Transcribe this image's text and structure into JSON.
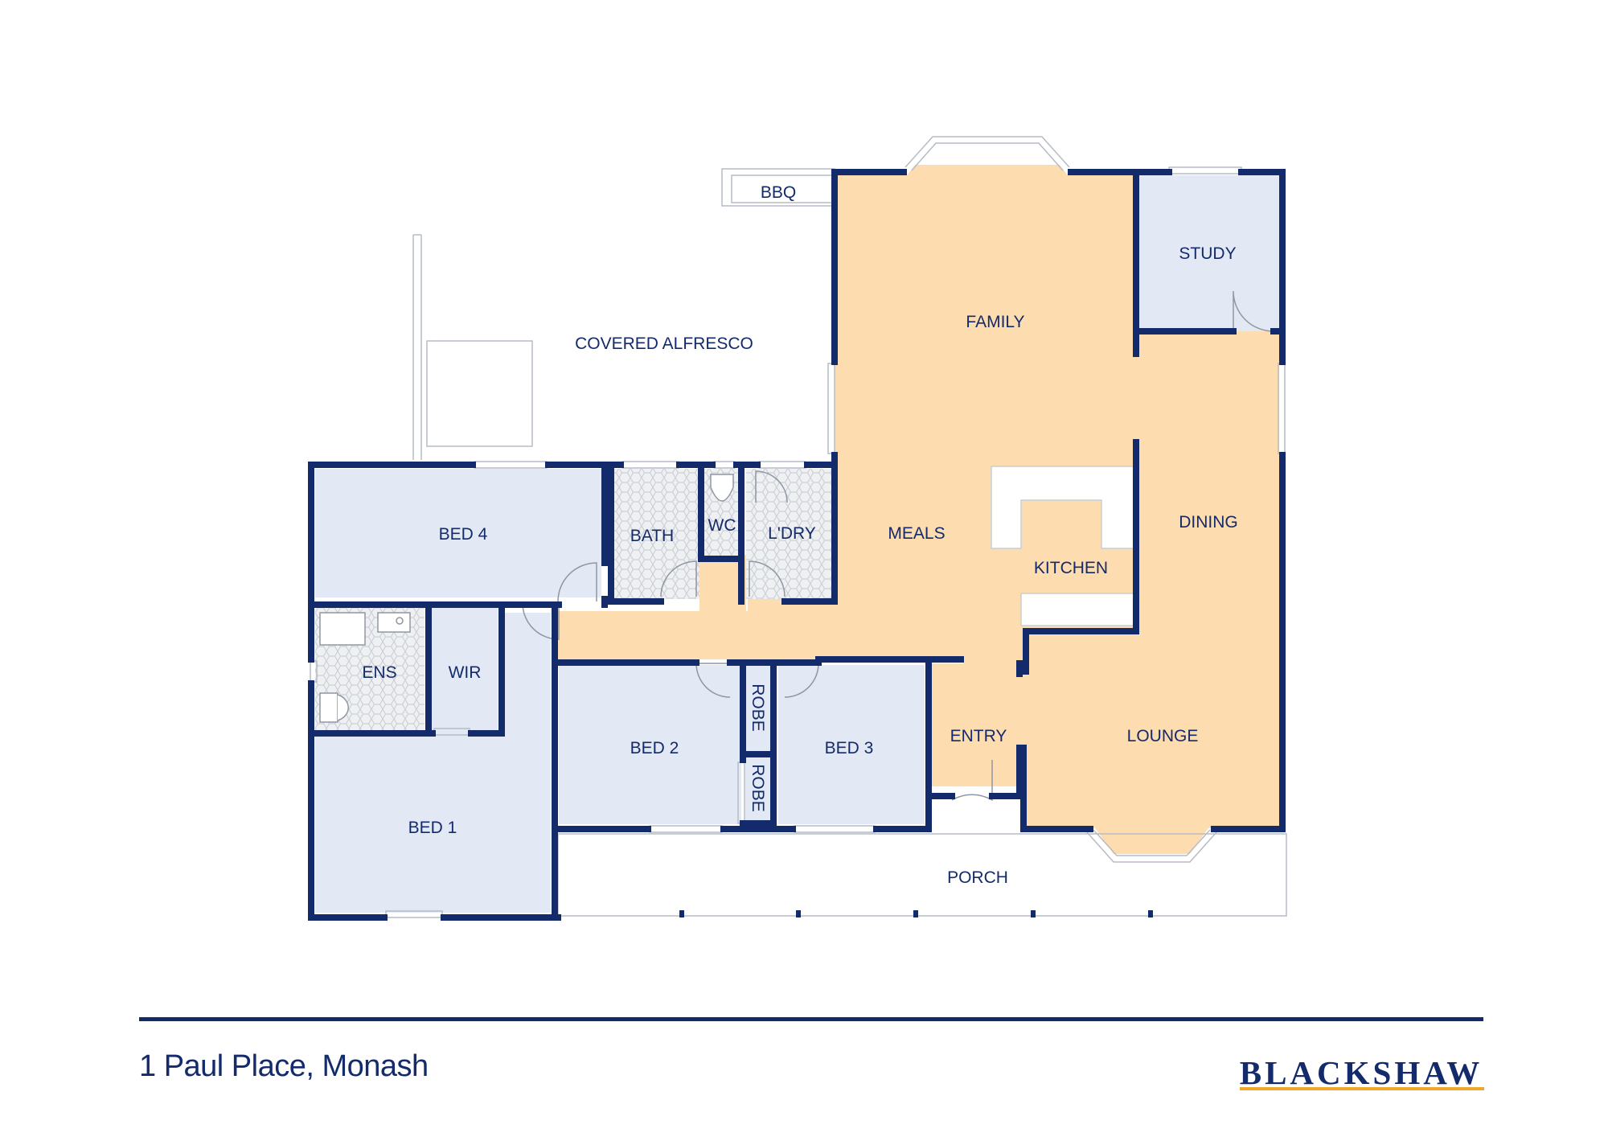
{
  "rooms": {
    "bbq": "BBQ",
    "covered_alfresco": "COVERED ALFRESCO",
    "family": "FAMILY",
    "study": "STUDY",
    "bed4": "BED 4",
    "bath": "BATH",
    "wc": "WC",
    "laundry": "L'DRY",
    "meals": "MEALS",
    "kitchen": "KITCHEN",
    "dining": "DINING",
    "ensuite": "ENS",
    "wir": "WIR",
    "robe1": "ROBE",
    "robe2": "ROBE",
    "bed2": "BED 2",
    "bed3": "BED 3",
    "entry": "ENTRY",
    "lounge": "LOUNGE",
    "bed1": "BED 1",
    "porch": "PORCH"
  },
  "footer": {
    "address": "1 Paul Place, Monash",
    "brand": "BLACKSHAW"
  },
  "colors": {
    "wall": "#132a6b",
    "living_fill": "#fddcb0",
    "bedroom_fill": "#e3e9f4",
    "wet_area_fill": "#eef0f2",
    "brand_accent": "#f0a52b"
  }
}
